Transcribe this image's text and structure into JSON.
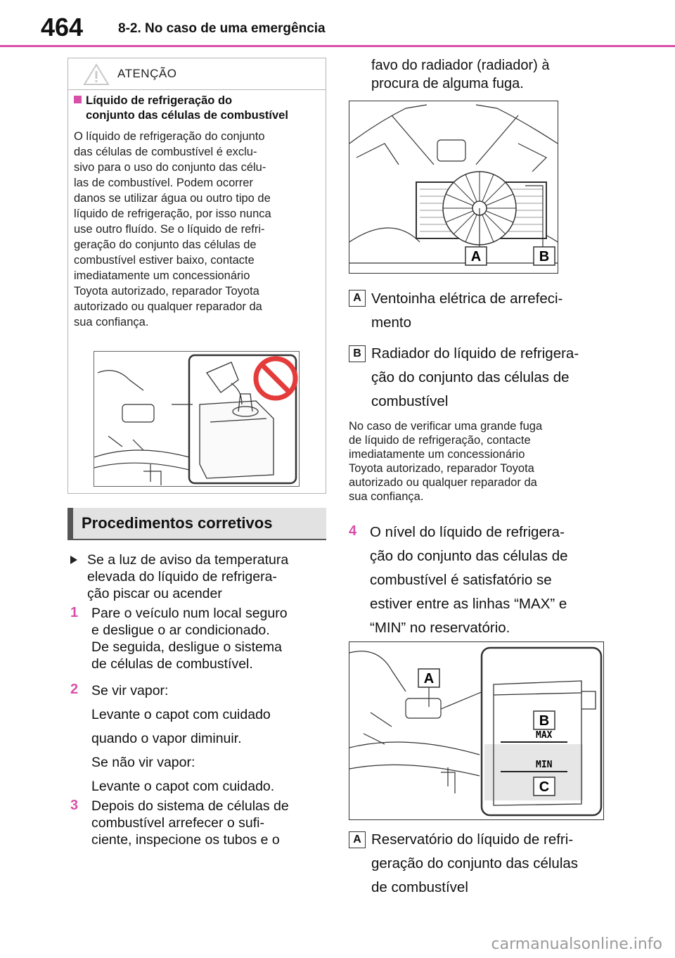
{
  "header": {
    "page_number": "464",
    "section_title": "8-2. No caso de uma emergência"
  },
  "warning": {
    "title": "ATENÇÃO",
    "subheading_line1": "Líquido de refrigeração do",
    "subheading_line2": "conjunto das células de combustível",
    "body_lines": [
      "O líquido de refrigeração do conjunto",
      "das células de combustível é exclu-",
      "sivo para o uso do conjunto das célu-",
      "las de combustível. Podem ocorrer",
      "danos se utilizar água ou outro tipo de",
      "líquido de refrigeração, por isso nunca",
      "use outro fluído. Se o líquido de refri-",
      "geração do conjunto das células de",
      "combustível estiver baixo, contacte",
      "imediatamente um concessionário",
      "Toyota autorizado, reparador Toyota",
      "autorizado ou qualquer reparador da",
      "sua confiança."
    ]
  },
  "procedures": {
    "heading": "Procedimentos corretivos",
    "condition_lines": [
      "Se a luz de aviso da temperatura",
      "elevada do líquido de refrigera-",
      "ção piscar ou acender"
    ],
    "steps": [
      {
        "num": "1",
        "lines": [
          "Pare o veículo num local seguro",
          "e desligue o ar condicionado.",
          "De seguida, desligue o sistema",
          "de células de combustível."
        ]
      },
      {
        "num": "2",
        "lines": [
          "Se vir vapor:",
          "Levante o capot com cuidado",
          "quando o vapor diminuir.",
          "Se não vir vapor:",
          "Levante o capot com cuidado."
        ]
      },
      {
        "num": "3",
        "lines": [
          "Depois do sistema de células de",
          "combustível arrefecer o sufi-",
          "ciente, inspecione os tubos e o"
        ]
      }
    ]
  },
  "right": {
    "continuation_lines": [
      "favo do radiador (radiador) à",
      "procura de alguma fuga."
    ],
    "fig2_labels": [
      "A",
      "B"
    ],
    "legend1": [
      {
        "letter": "A",
        "lines": [
          "Ventoinha elétrica de arrefeci-",
          "mento"
        ]
      },
      {
        "letter": "B",
        "lines": [
          "Radiador do líquido de refrigera-",
          "ção do conjunto das células de",
          "combustível"
        ]
      }
    ],
    "note_lines": [
      "No caso de verificar uma grande fuga",
      "de líquido de refrigeração, contacte",
      "imediatamente um concessionário",
      "Toyota autorizado, reparador Toyota",
      "autorizado ou qualquer reparador da",
      "sua confiança."
    ],
    "step4": {
      "num": "4",
      "lines": [
        "O nível do líquido de refrigera-",
        "ção do conjunto das células de",
        "combustível é satisfatório se",
        "estiver entre as linhas “MAX” e",
        "“MIN” no reservatório."
      ]
    },
    "fig3_labels": [
      "A",
      "B",
      "C"
    ],
    "fig3_marks": {
      "max": "MAX",
      "min": "MIN"
    },
    "legend2": [
      {
        "letter": "A",
        "lines": [
          "Reservatório do líquido de refri-",
          "geração do conjunto das células",
          "de combustível"
        ]
      }
    ]
  },
  "watermark": "carmanualsonline.info",
  "colors": {
    "accent": "#d94fa8"
  }
}
